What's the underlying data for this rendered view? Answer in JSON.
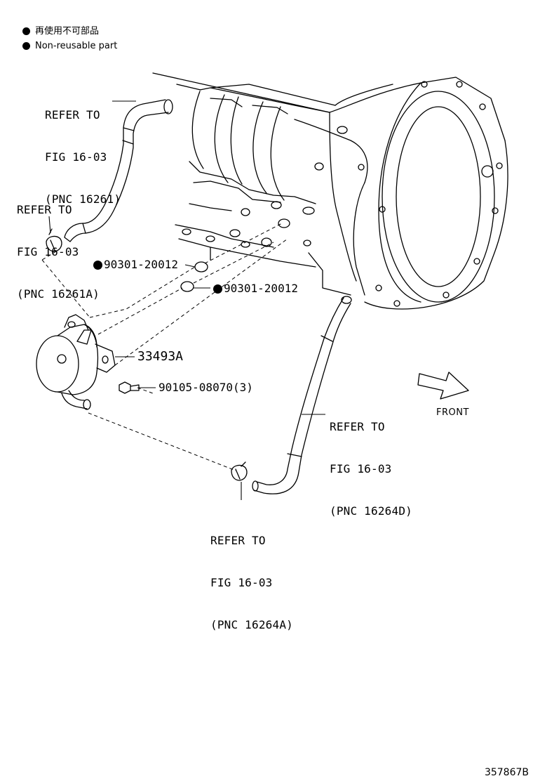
{
  "legend": {
    "jp": "再使用不可部品",
    "en": "Non-reusable part"
  },
  "callouts": {
    "upper_hose": [
      "REFER TO",
      "FIG 16-03",
      "(PNC 16261)"
    ],
    "upper_clamp": [
      "REFER TO",
      "FIG 16-03",
      "(PNC 16261A)"
    ],
    "lower_hose": [
      "REFER TO",
      "FIG 16-03",
      "(PNC 16264D)"
    ],
    "lower_clamp": [
      "REFER TO",
      "FIG 16-03",
      "(PNC 16264A)"
    ]
  },
  "parts": {
    "gasket_upper": "90301-20012",
    "gasket_lower": "90301-20012",
    "cooler": "33493A",
    "bolt": "90105-08070(3)"
  },
  "front_label": "FRONT",
  "illustration_id": "357867B"
}
